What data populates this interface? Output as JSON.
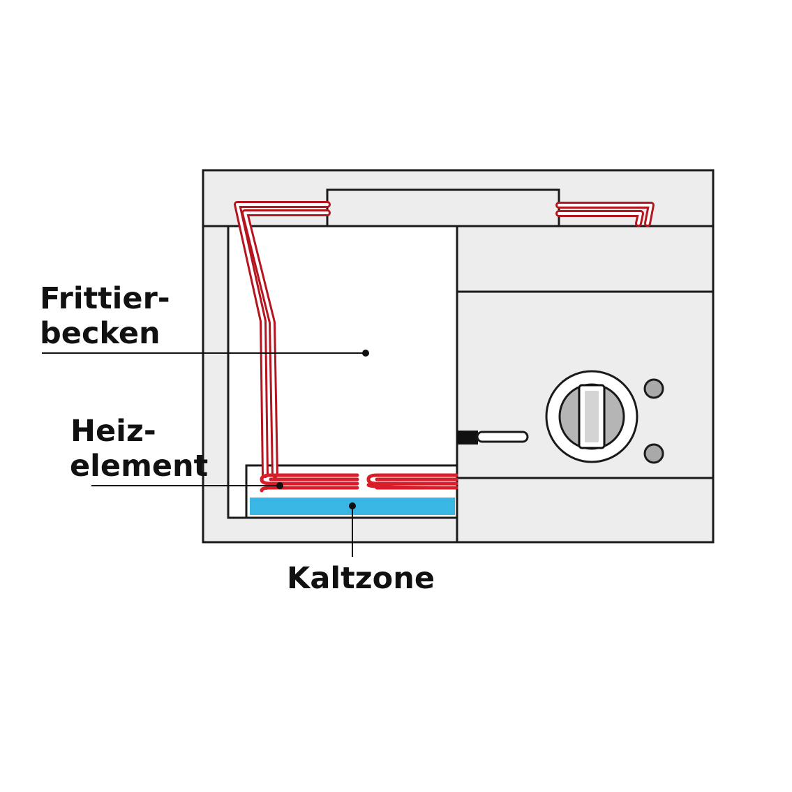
{
  "labels": {
    "frying_basin": [
      "Frittier-",
      "becken"
    ],
    "heating_element": [
      "Heiz-",
      "element"
    ],
    "cold_zone": "Kaltzone"
  },
  "colors": {
    "housing_fill": "#ededed",
    "basin_fill": "#ffffff",
    "outline": "#1a1a1a",
    "heating_wire": "#d81e2a",
    "cold_zone": "#3ab6e4",
    "knob": "#b5b5b5",
    "indicator_light": "#a9a9a9"
  },
  "icons": {
    "temperature_knob": "temperature-knob-icon",
    "indicator_lights": "indicator-light-icon",
    "thermostat_probe": "thermostat-probe-icon"
  }
}
